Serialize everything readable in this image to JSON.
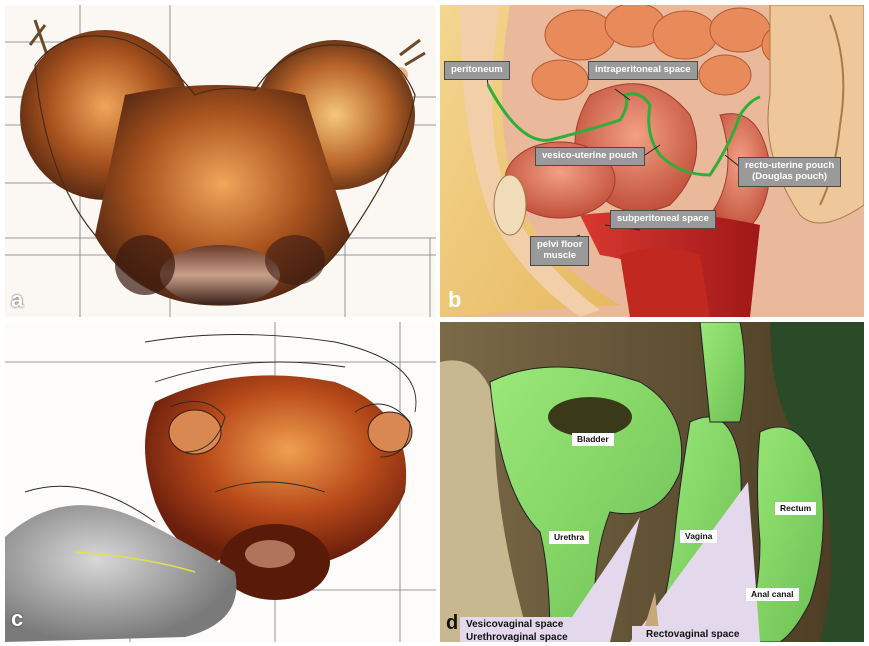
{
  "panels": {
    "a": {
      "letter": "a"
    },
    "b": {
      "letter": "b",
      "labels": {
        "peritoneum": "peritoneum",
        "intraperitoneal": "intraperitoneal space",
        "vesico_uterine": "vesico-uterine pouch",
        "recto_uterine_1": "recto-uterine pouch",
        "recto_uterine_2": "(Douglas pouch)",
        "subperitoneal": "subperitoneal space",
        "pelvi_floor_1": "pelvi floor",
        "pelvi_floor_2": "muscle"
      }
    },
    "c": {
      "letter": "c"
    },
    "d": {
      "letter": "d",
      "labels": {
        "bladder": "Bladder",
        "urethra": "Urethra",
        "vagina": "Vagina",
        "rectum": "Rectum",
        "anal_canal": "Anal canal",
        "vesicovaginal": "Vesicovaginal space",
        "urethrovaginal": "Urethrovaginal space",
        "rectovaginal": "Rectovaginal space"
      }
    }
  },
  "colors": {
    "peritoneum_line": "#2fae3a",
    "specimen_green": "#8fe06a",
    "callout_lilac": "#e4d8ec"
  }
}
